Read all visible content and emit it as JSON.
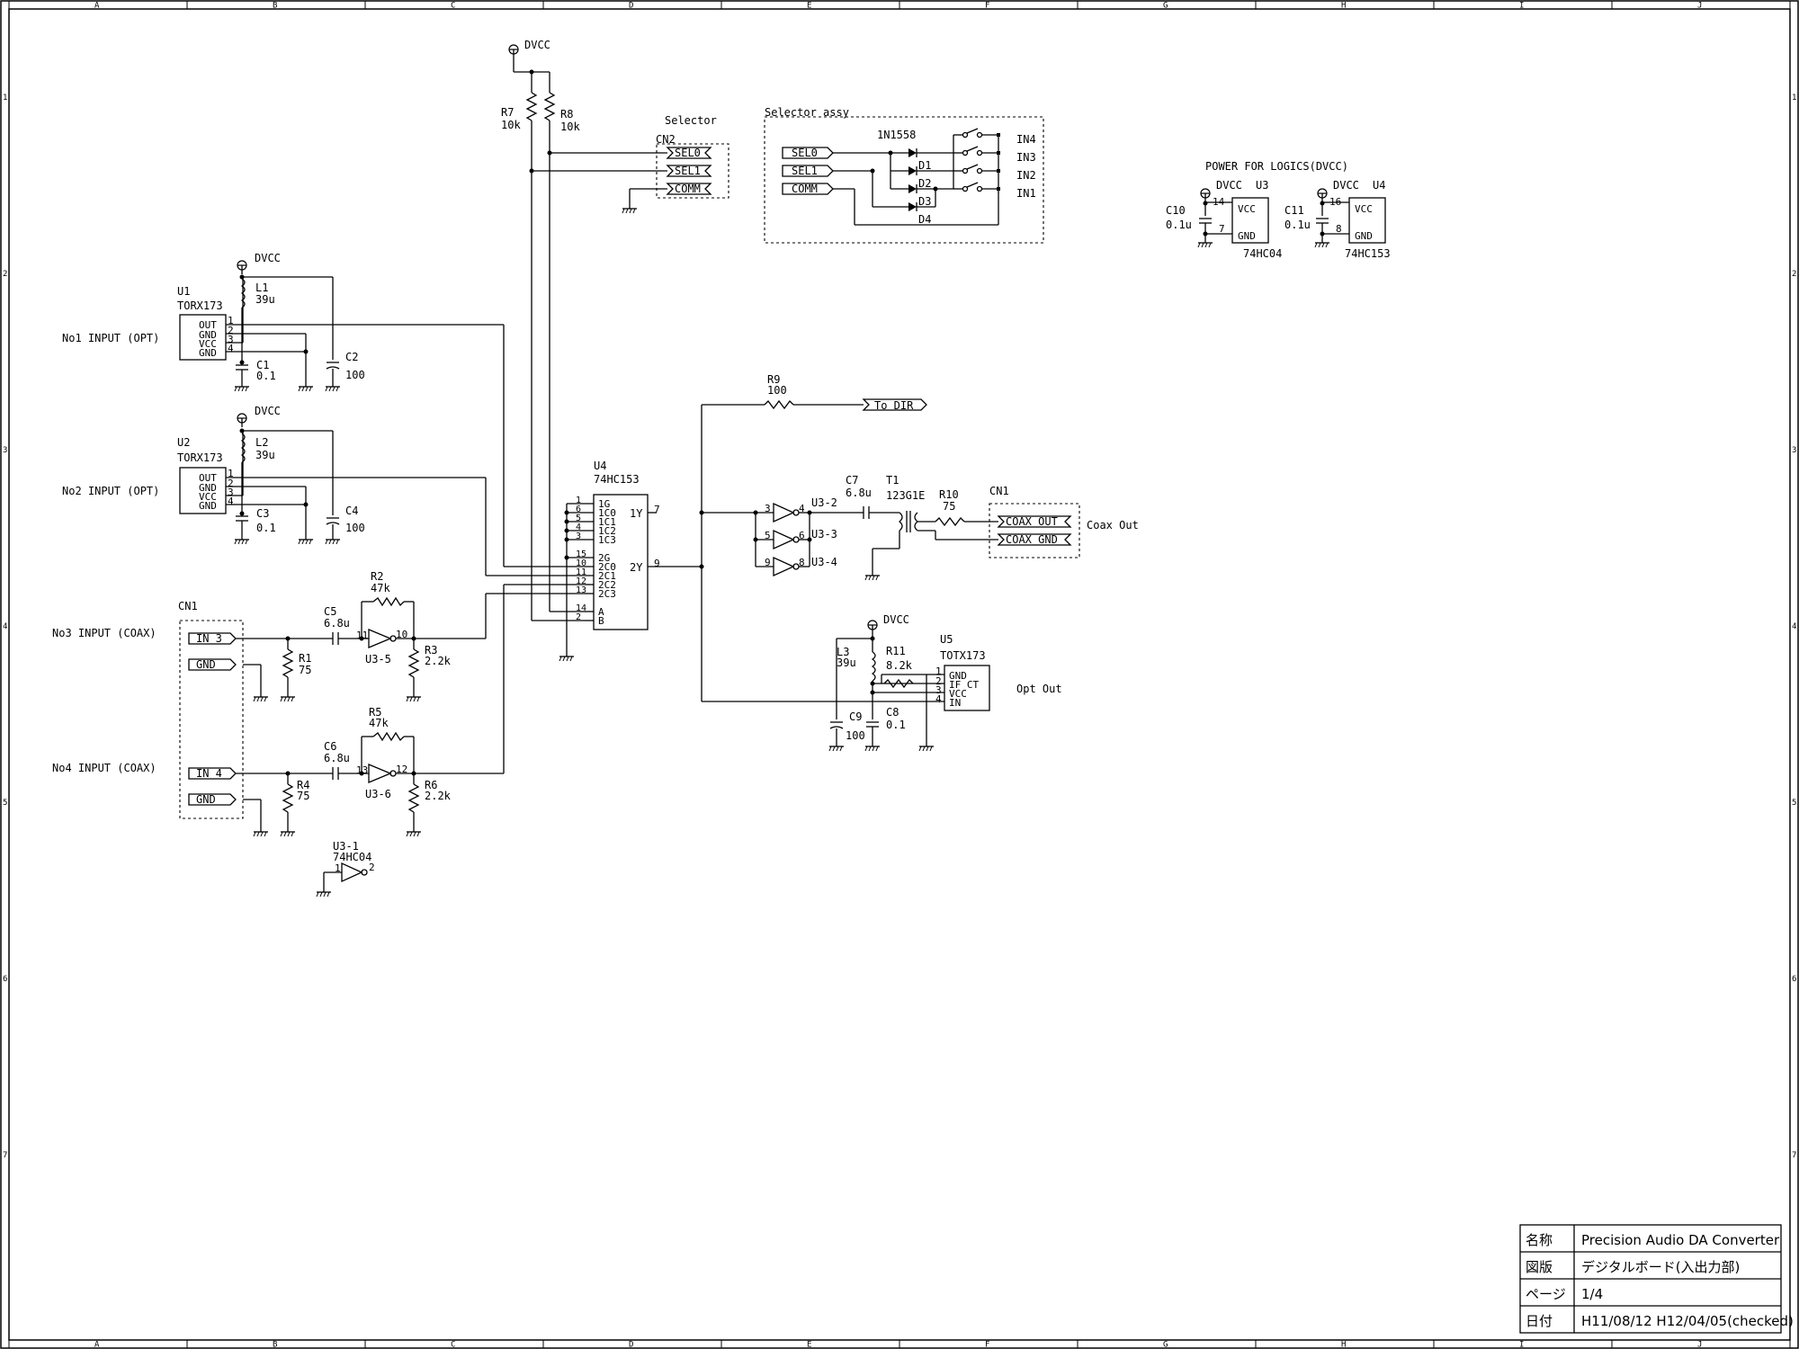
{
  "frame": {
    "columns": [
      "A",
      "B",
      "C",
      "D",
      "E",
      "F",
      "G",
      "H",
      "I",
      "J"
    ],
    "rows": [
      "1",
      "2",
      "3",
      "4",
      "5",
      "6",
      "7"
    ]
  },
  "title_block": {
    "name_label": "名称",
    "name_value": "Precision Audio DA Converter",
    "drawing_label": "図版",
    "drawing_value": "デジタルボード(入出力部)",
    "page_label": "ページ",
    "page_value": "1/4",
    "date_label": "日付",
    "date_value": "H11/08/12 H12/04/05(checked)"
  },
  "power": {
    "dvcc": "DVCC"
  },
  "inputs": {
    "no1": "No1 INPUT (OPT)",
    "no2": "No2 INPUT (OPT)",
    "no3": "No3 INPUT (COAX)",
    "no4": "No4 INPUT (COAX)"
  },
  "u1": {
    "ref": "U1",
    "part": "TORX173",
    "pins": [
      "OUT",
      "GND",
      "VCC",
      "GND"
    ],
    "nums": [
      "1",
      "2",
      "3",
      "4"
    ]
  },
  "u2": {
    "ref": "U2",
    "part": "TORX173",
    "pins": [
      "OUT",
      "GND",
      "VCC",
      "GND"
    ],
    "nums": [
      "1",
      "2",
      "3",
      "4"
    ]
  },
  "passives": {
    "L1": "L1",
    "L1v": "39u",
    "C1": "C1",
    "C1v": "0.1",
    "C2": "C2",
    "C2v": "100",
    "L2": "L2",
    "L2v": "39u",
    "C3": "C3",
    "C3v": "0.1",
    "C4": "C4",
    "C4v": "100",
    "R1": "R1",
    "R1v": "75",
    "R2": "R2",
    "R2v": "47k",
    "R3": "R3",
    "R3v": "2.2k",
    "C5": "C5",
    "C5v": "6.8u",
    "R4": "R4",
    "R4v": "75",
    "R5": "R5",
    "R5v": "47k",
    "R6": "R6",
    "R6v": "2.2k",
    "C6": "C6",
    "C6v": "6.8u",
    "R7": "R7",
    "R7v": "10k",
    "R8": "R8",
    "R8v": "10k",
    "R9": "R9",
    "R9v": "100",
    "R10": "R10",
    "R10v": "75",
    "C7": "C7",
    "C7v": "6.8u",
    "T1": "T1",
    "T1v": "123G1E",
    "L3": "L3",
    "L3v": "39u",
    "R11": "R11",
    "R11v": "8.2k",
    "C8": "C8",
    "C8v": "0.1",
    "C9": "C9",
    "C9v": "100",
    "C10": "C10",
    "C10v": "0.1u",
    "C11": "C11",
    "C11v": "0.1u"
  },
  "cn1_in": {
    "ref": "CN1",
    "in3": "IN 3",
    "gnd1": "GND",
    "in4": "IN 4",
    "gnd2": "GND"
  },
  "inverters": {
    "u35": "U3-5",
    "u35a": "11",
    "u35b": "10",
    "u36": "U3-6",
    "u36a": "13",
    "u36b": "12",
    "u31": "U3-1",
    "u31p": "74HC04",
    "u31a": "1",
    "u31b": "2",
    "u32": "U3-2",
    "u32a": "3",
    "u32b": "4",
    "u33": "U3-3",
    "u33a": "5",
    "u33b": "6",
    "u34": "U3-4",
    "u34a": "9",
    "u34b": "8"
  },
  "u4": {
    "ref": "U4",
    "part": "74HC153",
    "left_pins": [
      "1G",
      "1C0",
      "1C1",
      "1C2",
      "1C3",
      "2G",
      "2C0",
      "2C1",
      "2C2",
      "2C3",
      "A",
      "B"
    ],
    "left_nums": [
      "1",
      "6",
      "5",
      "4",
      "3",
      "15",
      "10",
      "11",
      "12",
      "13",
      "14",
      "2"
    ],
    "out1": "1Y",
    "out1n": "7",
    "out2": "2Y",
    "out2n": "9"
  },
  "selector": {
    "title": "Selector",
    "cn": "CN2",
    "sel0": "SEL0",
    "sel1": "SEL1",
    "comm": "COMM"
  },
  "assy": {
    "title": "Selector assy",
    "diode": "1N1558",
    "sel0": "SEL0",
    "sel1": "SEL1",
    "comm": "COMM",
    "d1": "D1",
    "d2": "D2",
    "d3": "D3",
    "d4": "D4",
    "in4": "IN4",
    "in3": "IN3",
    "in2": "IN2",
    "in1": "IN1"
  },
  "outputs": {
    "to_dir": "To DIR",
    "cn1": "CN1",
    "coax_out": "COAX OUT",
    "coax_gnd": "COAX GND",
    "coax_label": "Coax Out",
    "opt_label": "Opt Out"
  },
  "u5": {
    "ref": "U5",
    "part": "TOTX173",
    "pins": [
      "GND",
      "IF CT",
      "VCC",
      "IN"
    ],
    "nums": [
      "1",
      "2",
      "3",
      "4"
    ]
  },
  "logic_power": {
    "title": "POWER FOR LOGICS(DVCC)",
    "u3": "U3",
    "u3part": "74HC04",
    "u3pin_vcc": "14",
    "u3pin_gnd": "7",
    "u4": "U4",
    "u4part": "74HC153",
    "u4pin_vcc": "16",
    "u4pin_gnd": "8",
    "vcc": "VCC",
    "gnd": "GND"
  }
}
